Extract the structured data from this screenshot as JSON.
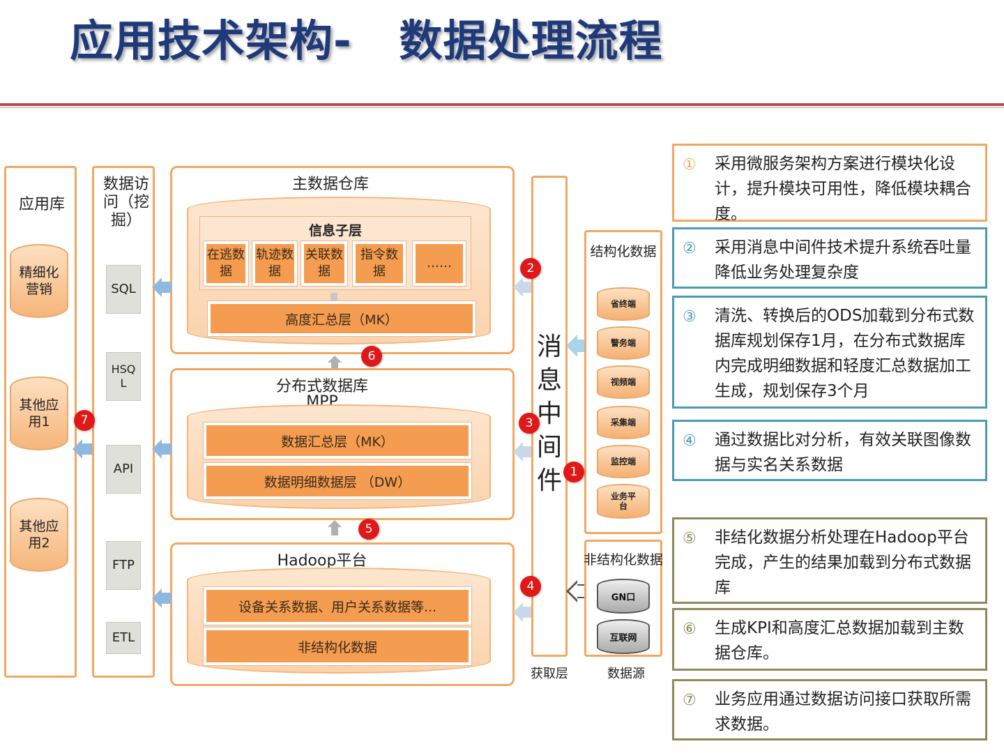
{
  "title": "应用技术架构-   数据处理流程",
  "app_library": {
    "label": "应用库",
    "apps": [
      "精细化营销",
      "其他应用1",
      "其他应用2"
    ]
  },
  "data_access": {
    "label": "数据访问（挖掘）",
    "items": [
      "SQL",
      "HSQL",
      "API",
      "FTP",
      "ETL"
    ]
  },
  "main_warehouse": {
    "title": "主数据仓库",
    "info_layer": "信息子层",
    "sub_items": [
      "在逃数据",
      "轨迹数据",
      "关联数据",
      "指令数据",
      "……"
    ],
    "summary_layer": "高度汇总层（MK）"
  },
  "mpp": {
    "title": "分布式数据库",
    "subtitle": "MPP",
    "layers": [
      "数据汇总层（MK）",
      "数据明细数据层 （DW）"
    ]
  },
  "hadoop": {
    "title": "Hadoop平台",
    "layers": [
      "设备关系数据、用户关系数据等...",
      "非结构化数据"
    ]
  },
  "middleware": {
    "label": "消息中间件",
    "bottom_label": "获取层"
  },
  "structured": {
    "label": "结构化数据",
    "sources": [
      "省终端",
      "警务端",
      "视频端",
      "采集端",
      "监控端",
      "业务平台"
    ]
  },
  "unstructured": {
    "label": "非结构化数据",
    "sources": [
      "GN口",
      "互联网"
    ]
  },
  "datasource_label": "数据源",
  "step_markers": [
    "1",
    "2",
    "3",
    "4",
    "5",
    "6",
    "7"
  ],
  "notes": [
    {
      "marker": "①",
      "text": "采用微服务架构方案进行模块化设计，提升模块可用性，降低模块耦合度。",
      "color": "#f0a860"
    },
    {
      "marker": "②",
      "text": "采用消息中间件技术提升系统吞吐量降低业务处理复杂度",
      "color": "#4a9ab0"
    },
    {
      "marker": "③",
      "text": "清洗、转换后的ODS加载到分布式数据库规划保存1月，在分布式数据库内完成明细数据和轻度汇总数据加工生成，规划保存3个月",
      "color": "#4a9ab0"
    },
    {
      "marker": "④",
      "text": "通过数据比对分析，有效关联图像数据与实名关系数据",
      "color": "#4a9ab0"
    },
    {
      "marker": "⑤",
      "text": "非结化数据分析处理在Hadoop平台完成，产生的结果加载到分布式数据库",
      "color": "#8a8a5a"
    },
    {
      "marker": "⑥",
      "text": "生成KPI和高度汇总数据加载到主数据仓库。",
      "color": "#8a8a5a"
    },
    {
      "marker": "⑦",
      "text": "业务应用通过数据访问接口获取所需求数据。",
      "color": "#8a8a5a"
    }
  ]
}
